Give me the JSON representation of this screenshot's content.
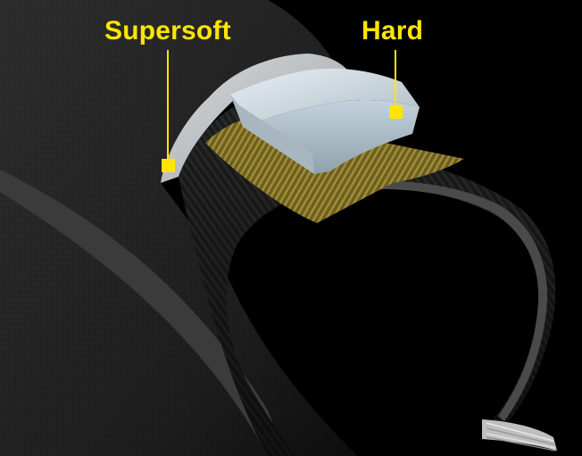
{
  "diagram": {
    "subject": "tire-cross-section",
    "background_color": "#000000",
    "callout_color": "#FFE500",
    "callouts": [
      {
        "id": "supersoft",
        "label": "Supersoft"
      },
      {
        "id": "hard",
        "label": "Hard"
      }
    ],
    "layers": [
      {
        "id": "outer-casing",
        "color": "#2A2A2A"
      },
      {
        "id": "supersoft-compound",
        "color": "#BFC3C6"
      },
      {
        "id": "hard-compound",
        "color": "#C9D7E0"
      },
      {
        "id": "puncture-breaker",
        "color": "#8C7A2A"
      },
      {
        "id": "inner-casing",
        "color": "#1E1E1E"
      },
      {
        "id": "bead-wire",
        "color": "#C8C8C8"
      }
    ]
  }
}
